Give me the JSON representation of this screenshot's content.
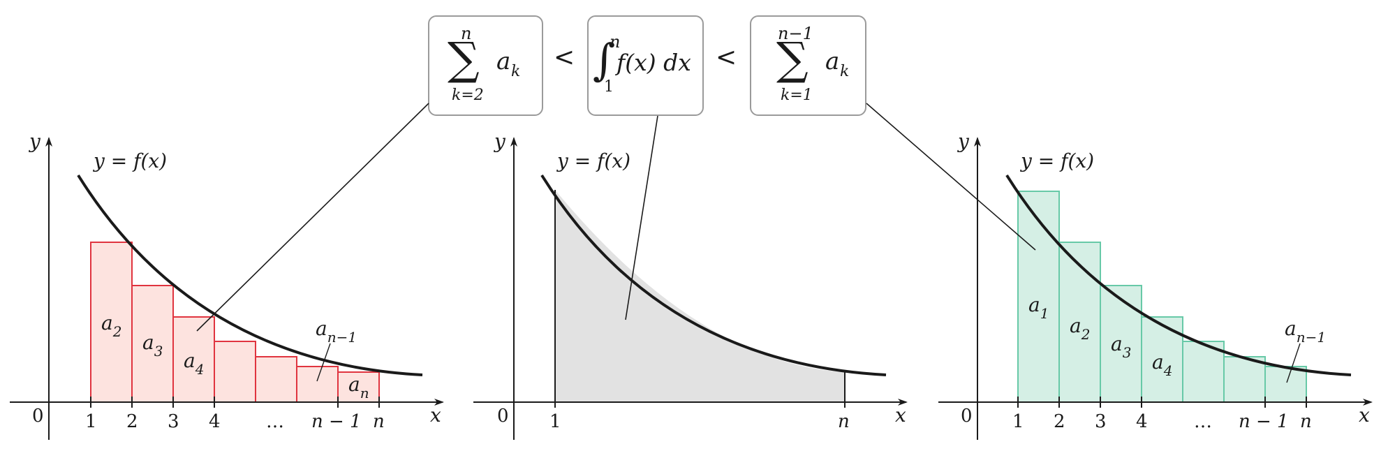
{
  "formula": {
    "sum_left": {
      "symbol": "∑",
      "upper": "n",
      "lower": "k=2",
      "term_a": "a",
      "term_sub": "k"
    },
    "lt1": "<",
    "integral": {
      "symbol": "∫",
      "upper": "n",
      "lower": "1",
      "integrand": "f(x) dx"
    },
    "lt2": "<",
    "sum_right": {
      "symbol": "∑",
      "upper": "n−1",
      "lower": "k=1",
      "term_a": "a",
      "term_sub": "k"
    }
  },
  "panels": [
    {
      "id": "left",
      "shading": "lower rectangles",
      "fill_color": "#fde3df",
      "stroke_color": "#e0343f",
      "y_label": "y",
      "x_label": "x",
      "origin_label": "0",
      "curve_label": "y = f(x)",
      "x_ticks": [
        "1",
        "2",
        "3",
        "4",
        "…",
        "n − 1",
        "n"
      ],
      "term_labels": [
        {
          "a": "a",
          "sub": "2"
        },
        {
          "a": "a",
          "sub": "3"
        },
        {
          "a": "a",
          "sub": "4"
        },
        {
          "a": "a",
          "sub": "n−1"
        },
        {
          "a": "a",
          "sub": "n"
        }
      ]
    },
    {
      "id": "middle",
      "shading": "area under curve",
      "fill_color": "#e2e2e2",
      "stroke_color": "#444444",
      "y_label": "y",
      "x_label": "x",
      "origin_label": "0",
      "curve_label": "y = f(x)",
      "x_ticks": [
        "1",
        "n"
      ]
    },
    {
      "id": "right",
      "shading": "upper rectangles",
      "fill_color": "#d5efe5",
      "stroke_color": "#67c9a7",
      "y_label": "y",
      "x_label": "x",
      "origin_label": "0",
      "curve_label": "y = f(x)",
      "x_ticks": [
        "1",
        "2",
        "3",
        "4",
        "…",
        "n − 1",
        "n"
      ],
      "term_labels": [
        {
          "a": "a",
          "sub": "1"
        },
        {
          "a": "a",
          "sub": "2"
        },
        {
          "a": "a",
          "sub": "3"
        },
        {
          "a": "a",
          "sub": "4"
        },
        {
          "a": "a",
          "sub": "n−1"
        }
      ]
    }
  ],
  "colors": {
    "curve": "#1a1a1a",
    "axis": "#1a1a1a",
    "box_border": "#9a9a9a",
    "leader": "#1a1a1a"
  }
}
